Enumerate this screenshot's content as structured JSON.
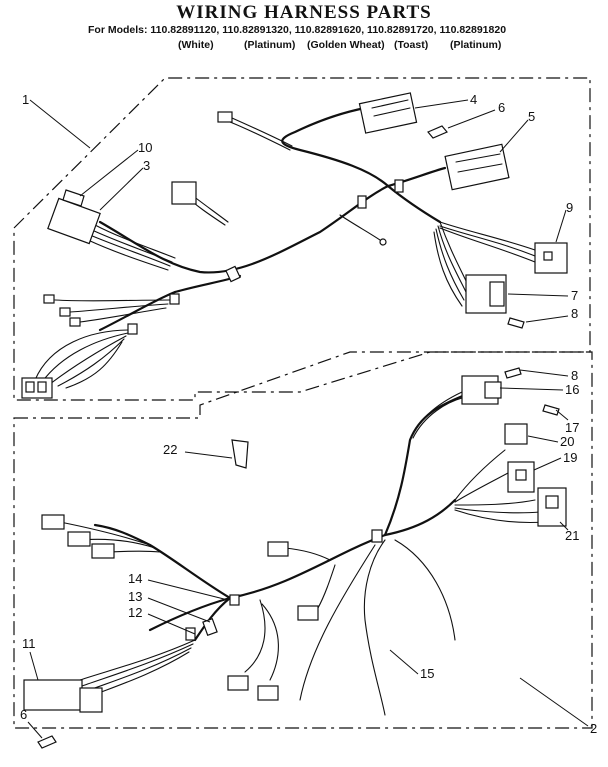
{
  "header": {
    "title": "WIRING HARNESS PARTS",
    "models_line": "For Models: 110.82891120, 110.82891320, 110.82891620, 110.82891720, 110.82891820",
    "colors": [
      "(White)",
      "(Platinum)",
      "(Golden Wheat)",
      "(Toast)",
      "(Platinum)"
    ]
  },
  "callouts_upper": [
    "1",
    "10",
    "3",
    "4",
    "6",
    "5",
    "9",
    "7",
    "8"
  ],
  "callouts_lower": [
    "8",
    "16",
    "17",
    "20",
    "19",
    "21",
    "22",
    "14",
    "13",
    "12",
    "15",
    "11",
    "6",
    "2"
  ]
}
